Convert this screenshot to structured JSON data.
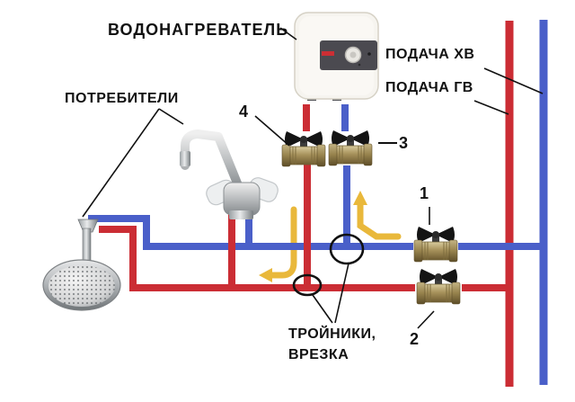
{
  "colors": {
    "background": "#ffffff",
    "hot_pipe": "#cb2d34",
    "cold_pipe": "#4a5fc9",
    "flow_arrow": "#e9b83b",
    "annotation": "#111111",
    "heater_panel": "#4b4a50",
    "heater_logo": "#cc2e34"
  },
  "labels": {
    "water_heater": "ВОДОНАГРЕВАТЕЛЬ",
    "consumers": "ПОТРЕБИТЕЛИ",
    "cold_water_supply": "ПОДАЧА ХВ",
    "hot_water_supply": "ПОДАЧА ГВ",
    "tees_tiein": "ТРОЙНИКИ,\nВРЕЗКА"
  },
  "valve_markers": [
    {
      "number": "1"
    },
    {
      "number": "2"
    },
    {
      "number": "3"
    },
    {
      "number": "4"
    }
  ]
}
